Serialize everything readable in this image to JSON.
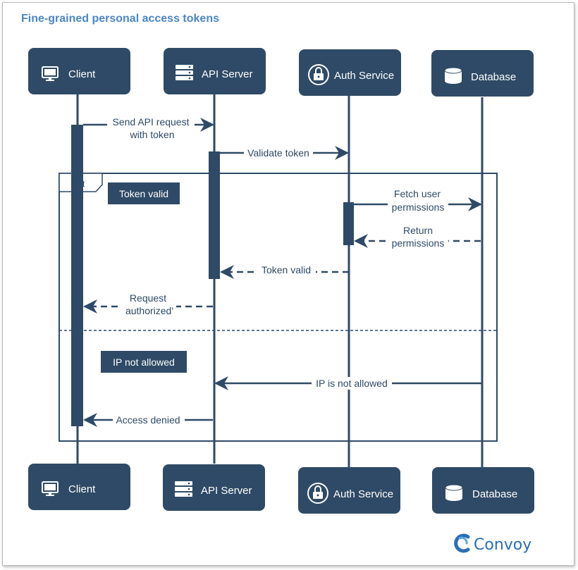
{
  "title": "Fine-grained personal access tokens",
  "participants": {
    "client": "Client",
    "api_server": "API Server",
    "auth_service": "Auth Service",
    "database": "Database"
  },
  "participant_icons": {
    "client": "monitor-icon",
    "api_server": "server-icon",
    "auth_service": "lock-icon",
    "database": "database-icon"
  },
  "messages": {
    "send_request_line1": "Send API request",
    "send_request_line2": "with token",
    "validate_token": "Validate token",
    "fetch_permissions_line1": "Fetch user",
    "fetch_permissions_line2": "permissions",
    "return_permissions_line1": "Return",
    "return_permissions_line2": "permissions",
    "token_valid_reply": "Token valid",
    "request_authorized_line1": "Request",
    "request_authorized_line2": "authorized'",
    "ip_not_allowed_msg": "IP is not allowed",
    "access_denied": "Access denied"
  },
  "alt_fragment": {
    "keyword": "alt",
    "condition_1": "Token valid",
    "condition_2": "IP not allowed"
  },
  "brand": "Convoy",
  "colors": {
    "box": "#2e4a66",
    "line": "#2e4a66",
    "title": "#4a86c5",
    "brand": "#2a6fb5"
  }
}
